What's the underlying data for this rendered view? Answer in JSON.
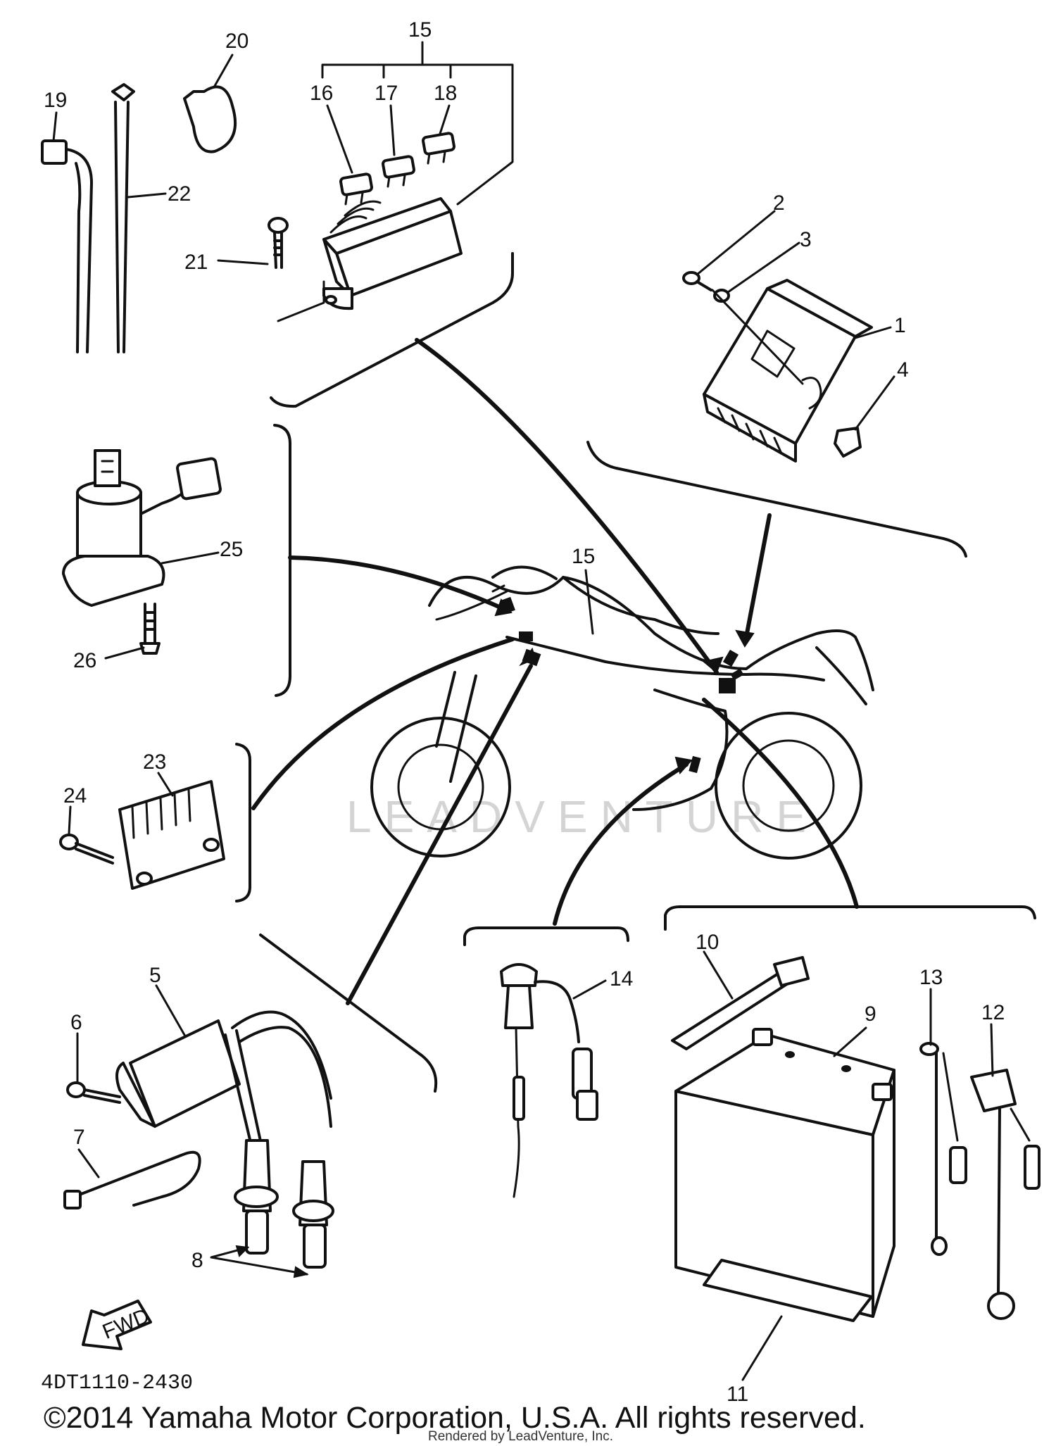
{
  "diagram": {
    "watermark": "LEADVENTURE",
    "fwd_label": "FWD",
    "drawing_code": "4DT1110-2430",
    "copyright": "©2014 Yamaha Motor Corporation, U.S.A. All rights reserved.",
    "rendered_by": "Rendered by LeadVenture, Inc."
  },
  "callouts": {
    "c1": "1",
    "c2": "2",
    "c3": "3",
    "c4": "4",
    "c5": "5",
    "c6": "6",
    "c7": "7",
    "c8": "8",
    "c9": "9",
    "c10": "10",
    "c11": "11",
    "c12": "12",
    "c13": "13",
    "c14": "14",
    "c15_top": "15",
    "c15_bike": "15",
    "c16": "16",
    "c17": "17",
    "c18": "18",
    "c19": "19",
    "c20": "20",
    "c21": "21",
    "c22": "22",
    "c23": "23",
    "c24": "24",
    "c25": "25",
    "c26": "26"
  }
}
